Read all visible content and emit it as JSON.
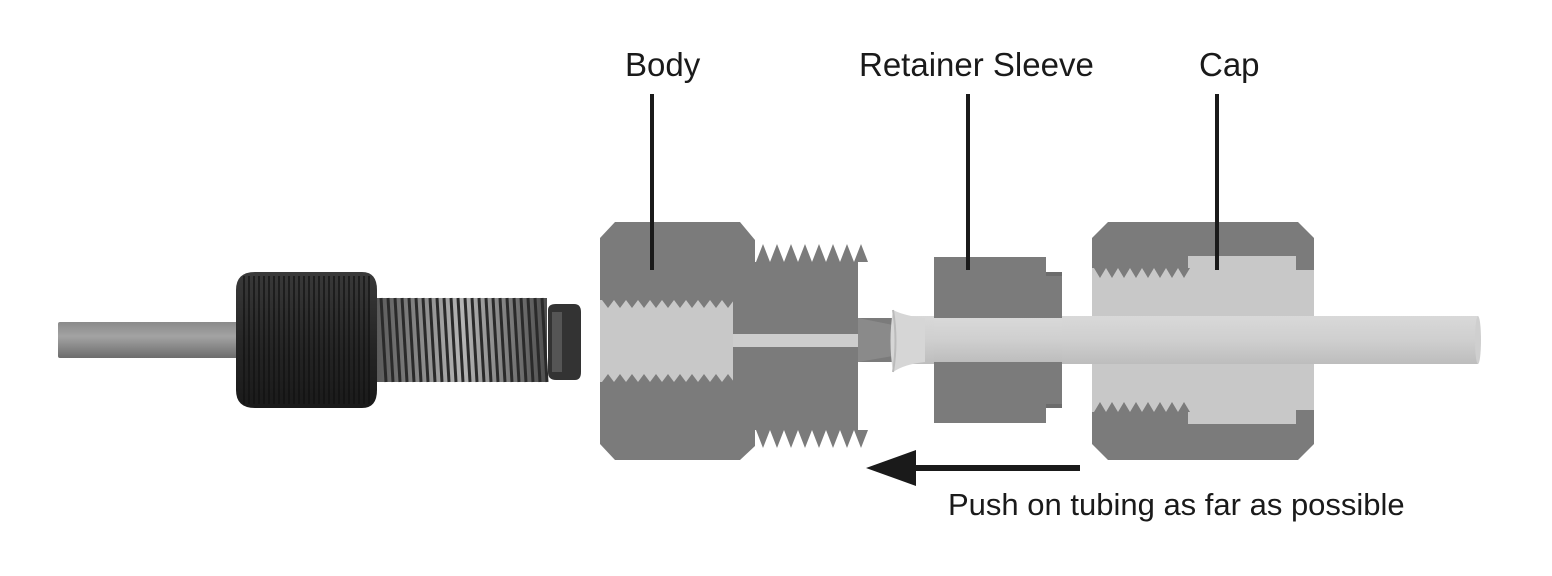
{
  "labels": {
    "body": "Body",
    "retainer_sleeve": "Retainer Sleeve",
    "cap": "Cap",
    "instruction": "Push on tubing as far as possible"
  },
  "colors": {
    "dark_gray": "#7a7a7a",
    "light_gray": "#c9c9c9",
    "nut_black": "#2b2b2b",
    "leader_line": "#1a1a1a",
    "arrow": "#1a1a1a"
  }
}
